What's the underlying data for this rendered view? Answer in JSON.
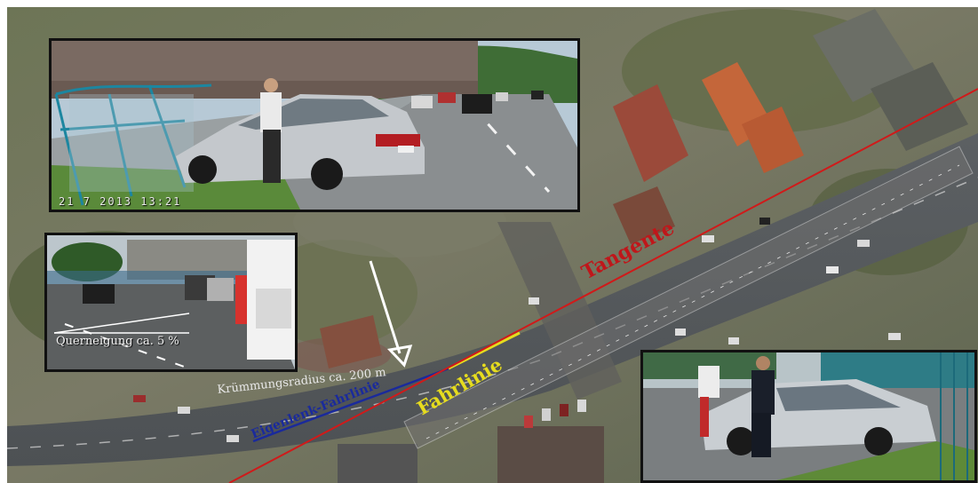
{
  "annotations": {
    "tangent": "Tangente",
    "driving_line": "Fahrlinie",
    "self_steer_line": "Eigenlenk-Fahrlinie",
    "curvature_radius": "Krümmungsradius ca. 200 m",
    "cross_slope": "Querneigung ca. 5 %"
  },
  "photo_top": {
    "timestamp": "21  7 2013  13:21"
  },
  "colors": {
    "tangent": "#d01a1a",
    "driving_line": "#e6dc1e",
    "self_steer_line": "#1a2a9c",
    "frame": "#111111"
  }
}
